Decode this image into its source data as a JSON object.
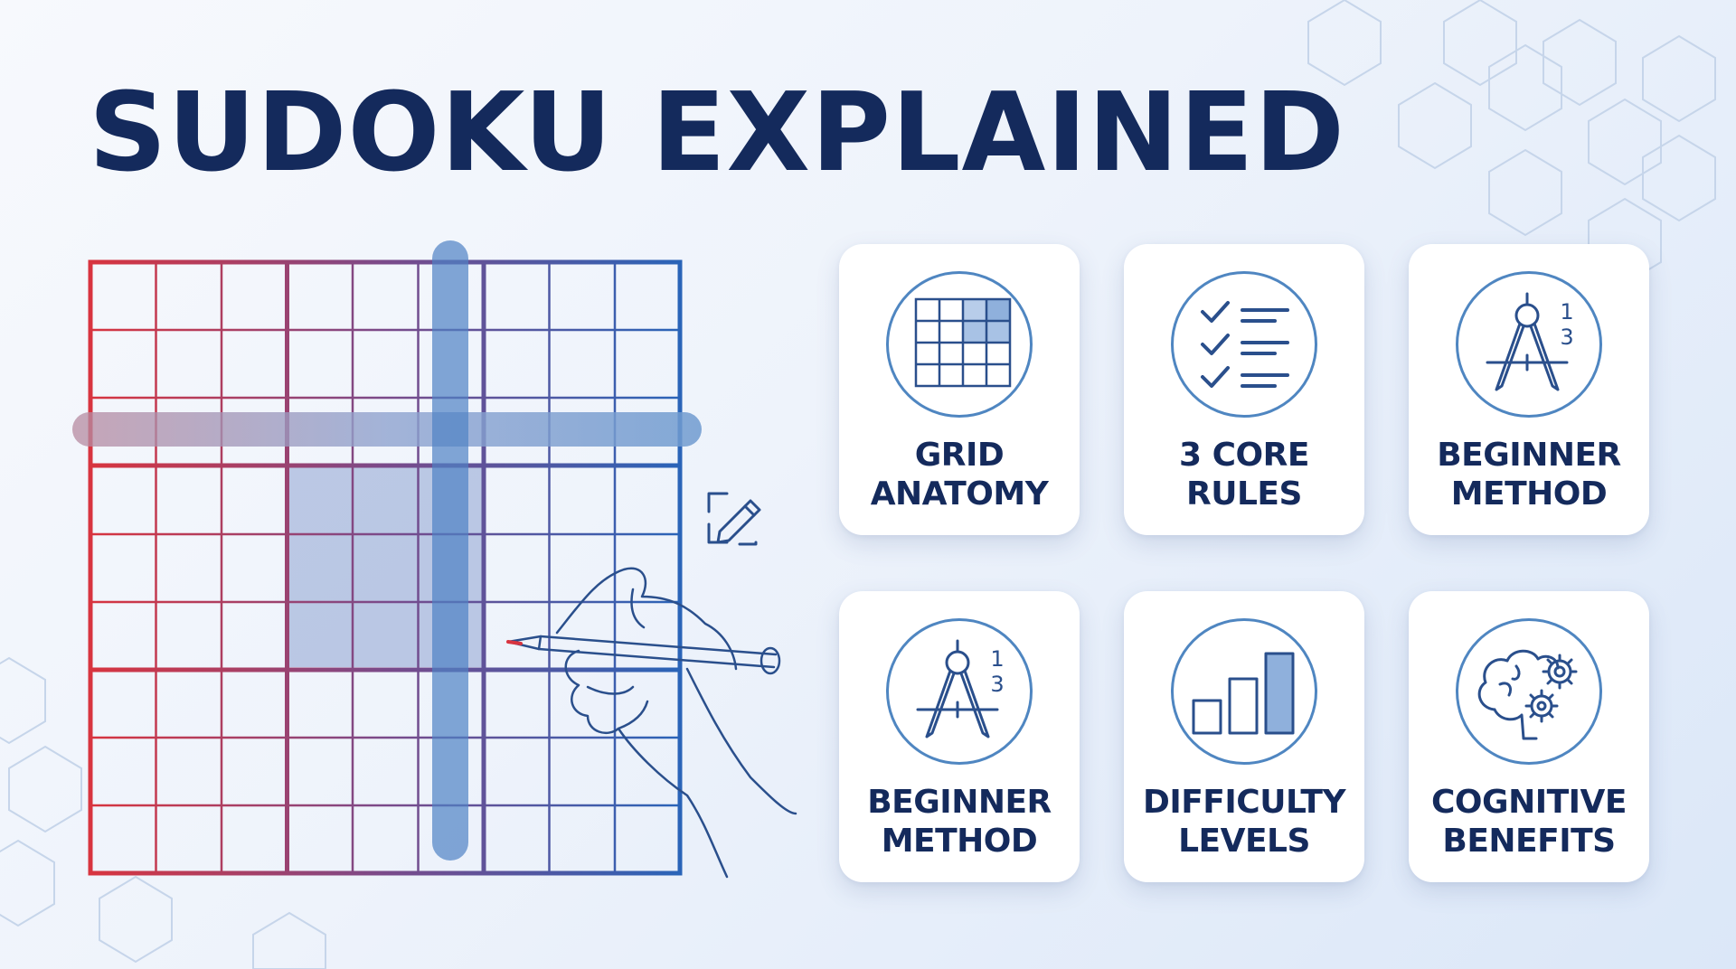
{
  "title": "SUDOKU EXPLAINED",
  "colors": {
    "navy": "#142a5c",
    "accent_blue": "#4f86c1",
    "grid_red": "#d8343f",
    "grid_blue": "#2a64b8",
    "highlight_blue": "#6f9bd0"
  },
  "cards": [
    {
      "line1": "GRID",
      "line2": "ANATOMY",
      "icon": "grid-anatomy-icon"
    },
    {
      "line1": "3 CORE",
      "line2": "RULES",
      "icon": "checklist-icon"
    },
    {
      "line1": "BEGINNER",
      "line2": "METHOD",
      "icon": "compass-icon"
    },
    {
      "line1": "BEGINNER",
      "line2": "METHOD",
      "icon": "compass-icon"
    },
    {
      "line1": "DIFFICULTY",
      "line2": "LEVELS",
      "icon": "bar-chart-icon"
    },
    {
      "line1": "COGNITIVE",
      "line2": "BENEFITS",
      "icon": "brain-gears-icon"
    }
  ],
  "compass_digits": {
    "top": "1",
    "bottom": "3"
  }
}
